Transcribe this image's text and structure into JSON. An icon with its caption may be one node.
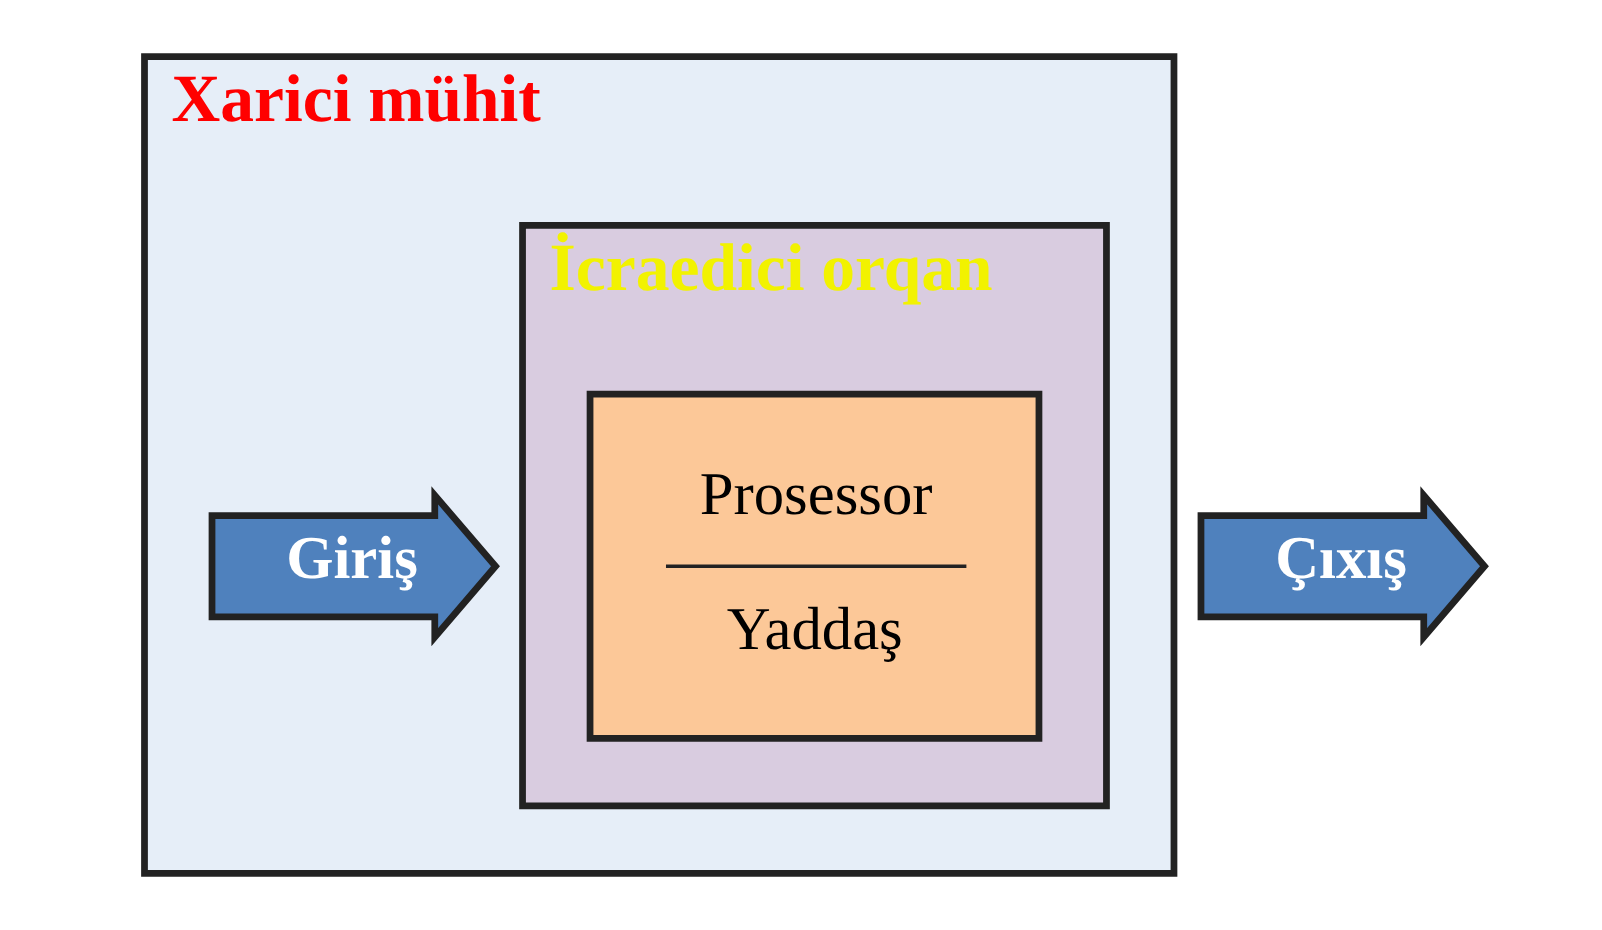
{
  "diagram": {
    "nodes": [
      {
        "text": [
          "Xarici mühit"
        ]
      },
      {
        "text": [
          "İcraedici orqan"
        ],
        "in": 0
      },
      {
        "text": [
          "Prosessor",
          "Yaddaş"
        ],
        "in": 1
      },
      {
        "text": [
          "Giriş"
        ],
        "in": 0
      },
      {
        "text": [
          "Çıxış"
        ]
      }
    ],
    "edges": []
  }
}
